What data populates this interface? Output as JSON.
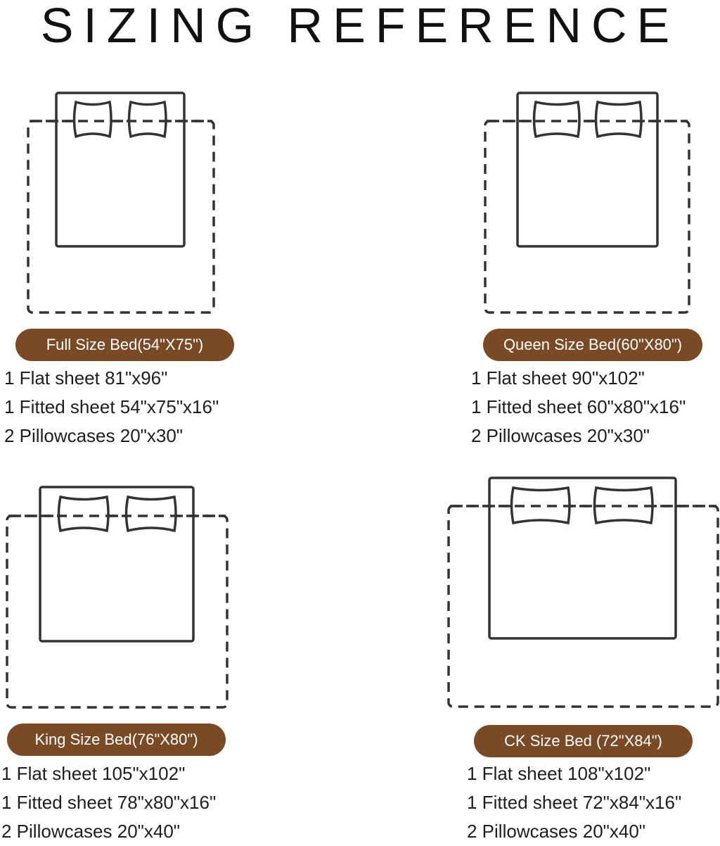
{
  "title": "SIZING REFERENCE",
  "colors": {
    "accent": "#7a4a26",
    "line": "#333333"
  },
  "beds": [
    {
      "label": "Full Size Bed(54\"X75\")",
      "specs": [
        "1 Flat sheet 81\"x96\"",
        "1 Fitted sheet 54\"x75\"x16\"",
        "2 Pillowcases 20\"x30\""
      ]
    },
    {
      "label": "Queen Size Bed(60\"X80\")",
      "specs": [
        "1 Flat sheet 90\"x102\"",
        "1 Fitted sheet 60\"x80\"x16\"",
        "2 Pillowcases 20\"x30\""
      ]
    },
    {
      "label": "King Size Bed(76\"X80\")",
      "specs": [
        "1 Flat sheet 105\"x102\"",
        "1 Fitted sheet 78\"x80\"x16\"",
        "2 Pillowcases 20\"x40\""
      ]
    },
    {
      "label": "CK Size Bed (72\"X84\")",
      "specs": [
        "1 Flat sheet 108\"x102\"",
        "1 Fitted sheet 72\"x84\"x16\"",
        "2 Pillowcases 20\"x40\""
      ]
    }
  ]
}
